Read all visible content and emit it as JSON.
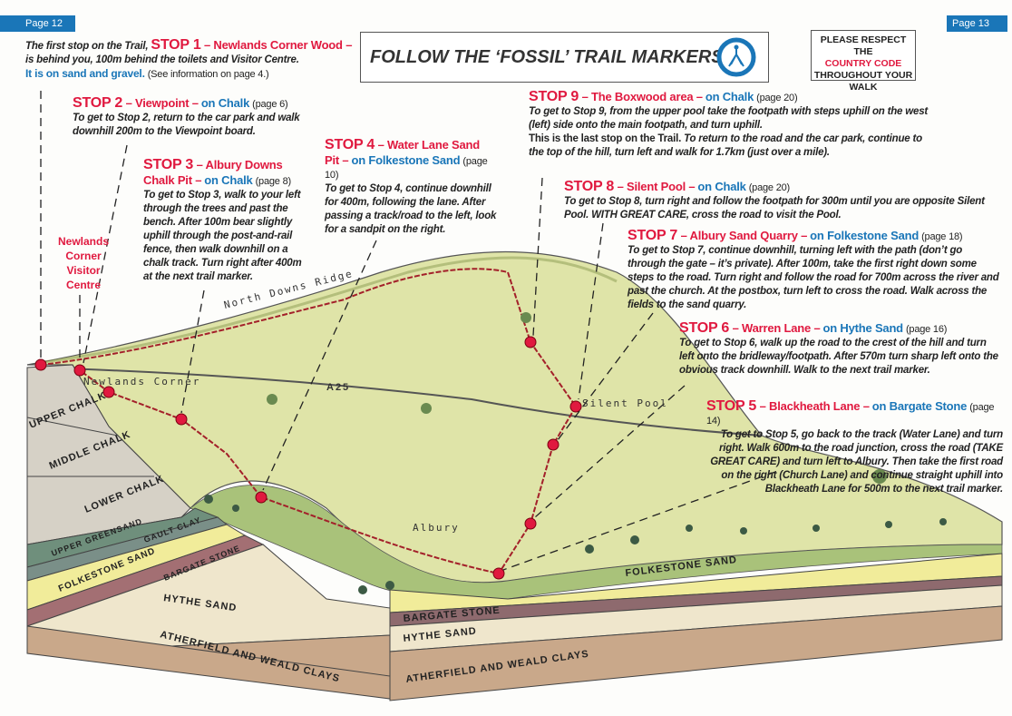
{
  "pages": {
    "left": "Page 12",
    "right": "Page 13"
  },
  "banner": {
    "title": "FOLLOW THE ‘FOSSIL’ TRAIL MARKERS",
    "icon": "fossil-marker-icon"
  },
  "country_code": {
    "line1": "PLEASE RESPECT THE",
    "highlight": "COUNTRY CODE",
    "line2": "THROUGHOUT YOUR",
    "line3": "WALK"
  },
  "colors": {
    "red": "#e0193f",
    "blue": "#1a76b8"
  },
  "intro": {
    "pre": "The first stop on the Trail,",
    "stop": "STOP 1",
    "name": "– Newlands Corner Wood –",
    "text": "is behind you, 100m behind the toilets and Visitor Centre.",
    "rock": "It is on sand and gravel.",
    "ref": "(See information on page 4.)"
  },
  "stops": [
    {
      "stop": "STOP 2",
      "name": "– Viewpoint –",
      "rock": "on Chalk",
      "ref": "(page 6)",
      "text": "To get to Stop 2, return to the car park and walk downhill 200m to the Viewpoint board."
    },
    {
      "stop": "STOP 3",
      "name": "– Albury Downs Chalk Pit –",
      "rock": "on Chalk",
      "ref": "(page 8)",
      "text": "To get to Stop 3, walk to your left through the trees and past the bench.  After 100m bear slightly uphill through the post-and-rail fence, then walk downhill on a chalk track.  Turn right after 400m at the next trail marker."
    },
    {
      "stop": "STOP 4",
      "name": "– Water Lane Sand Pit –",
      "rock": "on Folkestone Sand",
      "ref": "(page 10)",
      "text": "To get to Stop 4, continue downhill for 400m, following the lane. After passing a track/road to the left, look for a sandpit on the right."
    },
    {
      "stop": "STOP 5",
      "name": "– Blackheath Lane –",
      "rock": "on Bargate Stone",
      "ref": "(page 14)",
      "text": "To get to Stop 5, go back to the track (Water Lane) and turn right.  Walk 600m to the road junction, cross the road (TAKE GREAT CARE) and turn left to Albury.  Then take the first road on the right (Church Lane) and continue straight uphill into Blackheath Lane for 500m to the next trail marker."
    },
    {
      "stop": "STOP 6",
      "name": "– Warren Lane –",
      "rock": "on Hythe Sand",
      "ref": "(page 16)",
      "text": "To get to Stop 6, walk up the road to the crest of the hill and turn left onto the bridleway/footpath.  After 570m turn sharp left onto the obvious track downhill.  Walk to the next trail marker."
    },
    {
      "stop": "STOP 7",
      "name": "– Albury Sand Quarry –",
      "rock": "on Folkestone Sand",
      "ref": "(page 18)",
      "text": "To get to Stop 7, continue downhill, turning left with the path (don’t go through the gate – it’s private).  After 100m, take the first right down some steps to the road.  Turn right and follow the road for 700m across the river and past the church.  At the postbox, turn left to cross the road.  Walk across the fields to the sand quarry."
    },
    {
      "stop": "STOP 8",
      "name": "– Silent Pool –",
      "rock": "on Chalk",
      "ref": "(page 20)",
      "text": "To get to Stop 8, turn right and follow the footpath for 300m until you are opposite Silent Pool.  WITH GREAT CARE, cross the road to visit the Pool."
    },
    {
      "stop": "STOP 9",
      "name": "– The Boxwood area –",
      "rock": "on Chalk",
      "ref": "(page 20)",
      "text": "To get to Stop 9, from the upper pool take the footpath with steps uphill on the west (left) side onto the main footpath, and turn uphill.",
      "last": "This is the last stop on the Trail.",
      "text2": "To return to the road and the car park, continue to the top of the hill, turn left and walk for 1.7km (just over a mile)."
    }
  ],
  "visitor_centre": [
    "Newlands",
    "Corner",
    "Visitor",
    "Centre"
  ],
  "map_labels": {
    "ridge": "North Downs Ridge",
    "newlands": "Newlands Corner",
    "road": "A25",
    "pool": "Silent Pool",
    "village": "Albury"
  },
  "geology_left": [
    "UPPER CHALK",
    "MIDDLE CHALK",
    "LOWER CHALK",
    "UPPER GREENSAND",
    "GAULT CLAY",
    "FOLKESTONE SAND",
    "BARGATE STONE",
    "HYTHE SAND",
    "ATHERFIELD AND WEALD CLAYS"
  ],
  "geology_right": [
    "FOLKESTONE SAND",
    "BARGATE STONE",
    "HYTHE SAND",
    "ATHERFIELD AND WEALD CLAYS"
  ]
}
